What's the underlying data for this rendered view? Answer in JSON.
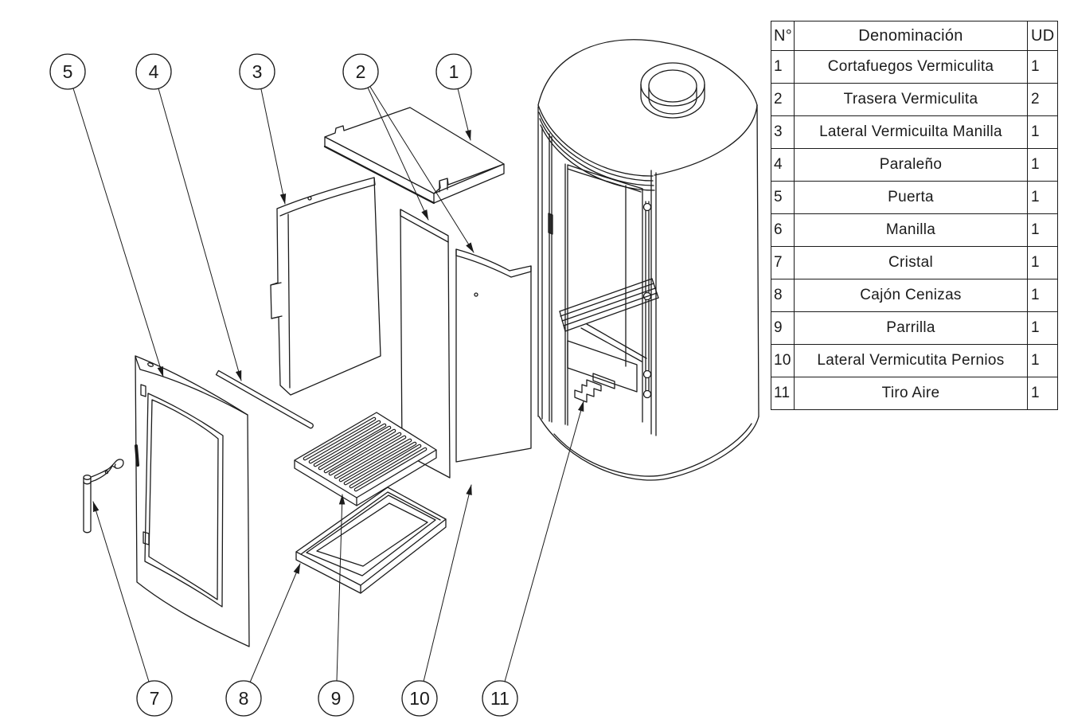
{
  "colors": {
    "line": "#1b1b1b",
    "background": "#ffffff"
  },
  "balloons": {
    "b1": "1",
    "b2": "2",
    "b3": "3",
    "b4": "4",
    "b5": "5",
    "b7": "7",
    "b8": "8",
    "b9": "9",
    "b10": "10",
    "b11": "11"
  },
  "table": {
    "header": {
      "n": "N°",
      "name": "Denominación",
      "qty": "UD"
    },
    "rows": [
      {
        "n": "1",
        "name": "Cortafuegos Vermiculita",
        "qty": "1"
      },
      {
        "n": "2",
        "name": "Trasera Vermiculita",
        "qty": "2"
      },
      {
        "n": "3",
        "name": "Lateral Vermicuilta Manilla",
        "qty": "1"
      },
      {
        "n": "4",
        "name": "Paraleño",
        "qty": "1"
      },
      {
        "n": "5",
        "name": "Puerta",
        "qty": "1"
      },
      {
        "n": "6",
        "name": "Manilla",
        "qty": "1"
      },
      {
        "n": "7",
        "name": "Cristal",
        "qty": "1"
      },
      {
        "n": "8",
        "name": "Cajón Cenizas",
        "qty": "1"
      },
      {
        "n": "9",
        "name": "Parrilla",
        "qty": "1"
      },
      {
        "n": "10",
        "name": "Lateral Vermicutita Pernios",
        "qty": "1"
      },
      {
        "n": "11",
        "name": "Tiro Aire",
        "qty": "1"
      }
    ]
  }
}
